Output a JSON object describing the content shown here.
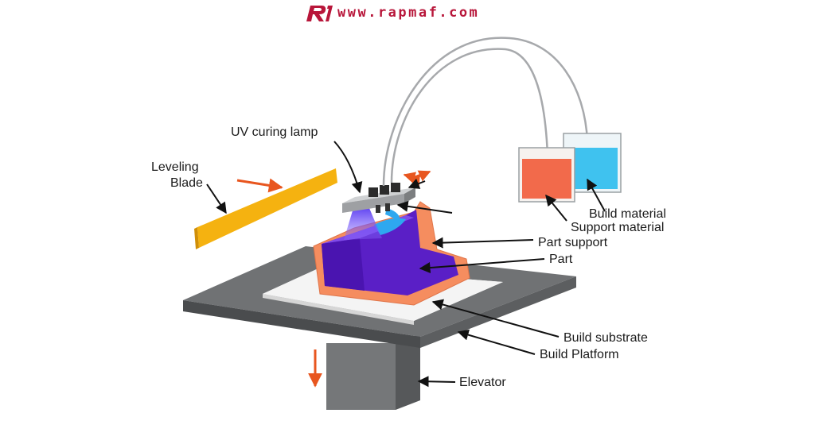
{
  "header": {
    "site_url": "www.rapmaf.com"
  },
  "colors": {
    "brand": "#b8163a",
    "build_material": "#f26a4b",
    "support_material": "#3fc2ef",
    "part": "#6a20d8",
    "part_support": "#f58d5f",
    "leveling_blade": "#f5b210",
    "platform": "#6d6f71",
    "arrow_accent": "#e8561f"
  },
  "labels": {
    "uv_lamp": "UV curing lamp",
    "leveling_blade_line1": "Leveling",
    "leveling_blade_line2": "Blade",
    "build_material": "Build material",
    "support_material": "Support material",
    "part_support": "Part support",
    "part": "Part",
    "build_substrate": "Build substrate",
    "build_platform": "Build Platform",
    "elevator": "Elevator"
  }
}
